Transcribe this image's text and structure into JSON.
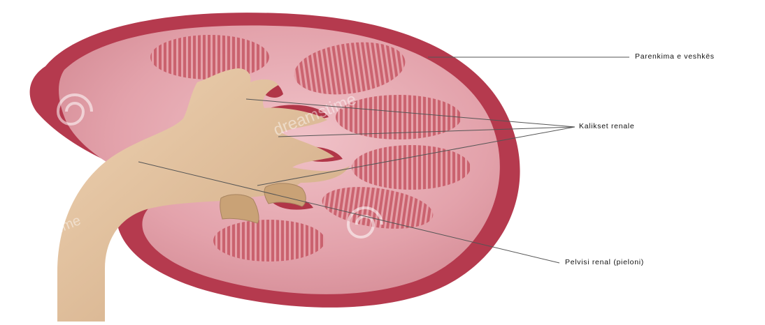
{
  "labels": {
    "parenchyma": "Parenkima e veshkës",
    "calyces": "Kalikset renale",
    "pelvis": "Pelvisi renal (pieloni)"
  },
  "watermark": {
    "text": "dreamstime",
    "registered": "®"
  },
  "colors": {
    "cortex_dark": "#b0374a",
    "cortex_light": "#df98a1",
    "pyramid": "#c4525d",
    "pelvis": "#dcbc98",
    "leader_line": "#555555"
  }
}
